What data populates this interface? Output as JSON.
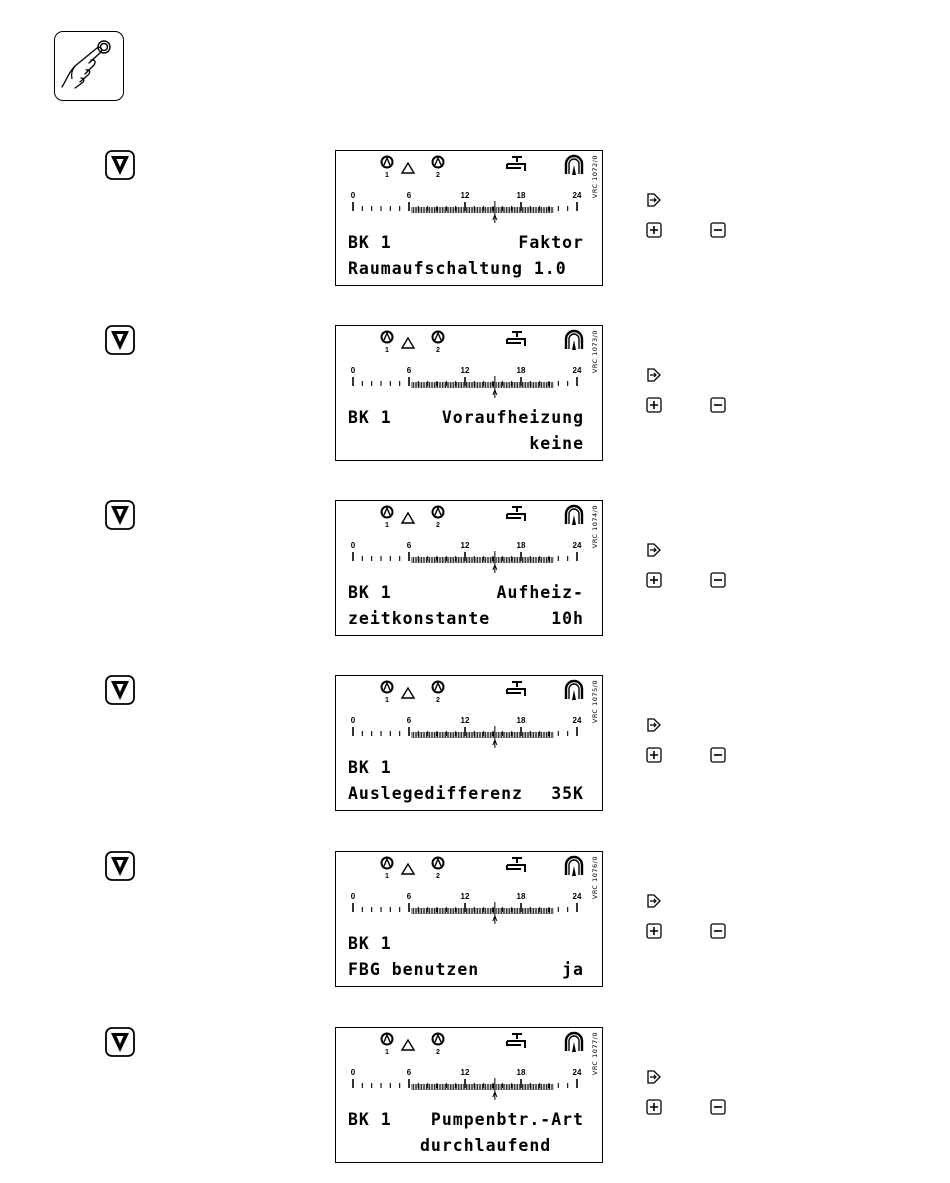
{
  "screens": [
    {
      "name": "BK 1",
      "line1_right": "Faktor",
      "line2_left": "Raumaufschaltung 1.0",
      "line2_right": "",
      "code": "VRC 1072/0"
    },
    {
      "name": "BK 1",
      "line1_right": "Voraufheizung",
      "line2_left": "",
      "line2_right": "keine",
      "code": "VRC 1073/0"
    },
    {
      "name": "BK 1",
      "line1_right": "Aufheiz-",
      "line2_left": "zeitkonstante",
      "line2_right": "10h",
      "code": "VRC 1074/0"
    },
    {
      "name": "BK 1",
      "line1_right": "",
      "line2_left": "Auslegedifferenz",
      "line2_right": "35K",
      "code": "VRC 1075/0"
    },
    {
      "name": "BK 1",
      "line1_right": "",
      "line2_left": "FBG benutzen",
      "line2_right": "ja",
      "code": "VRC 1076/0"
    },
    {
      "name": "BK 1",
      "line1_right": "Pumpenbtr.-Art",
      "line2_left": "",
      "line2_right": "durchlaufend   ",
      "code": "VRC 1077/0"
    }
  ],
  "scale_labels": [
    "0",
    "6",
    "12",
    "18",
    "24"
  ],
  "pump_labels": [
    "1",
    "2"
  ],
  "icons": {
    "operate": "hand-pressing-button-icon",
    "step": "down-arrow-button-icon",
    "enter": "enter-arrow-icon",
    "plus": "plus-button-icon",
    "minus": "minus-button-icon"
  }
}
